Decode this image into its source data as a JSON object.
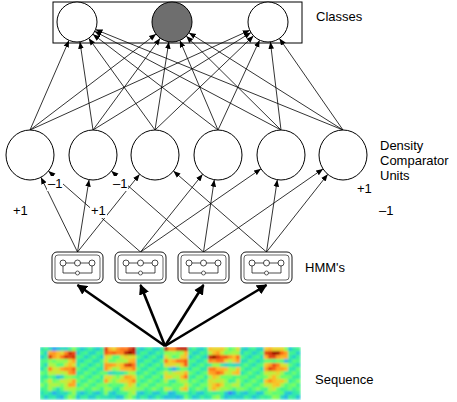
{
  "diagram": {
    "nodes": [
      {
        "text": [
          "Classes"
        ]
      },
      {
        "text": [
          "Sequence"
        ]
      }
    ],
    "labels": [
      "Density Comparator Units",
      "HMM's",
      "–1",
      "–1",
      "+1",
      "+1",
      "+1",
      "–1"
    ]
  }
}
